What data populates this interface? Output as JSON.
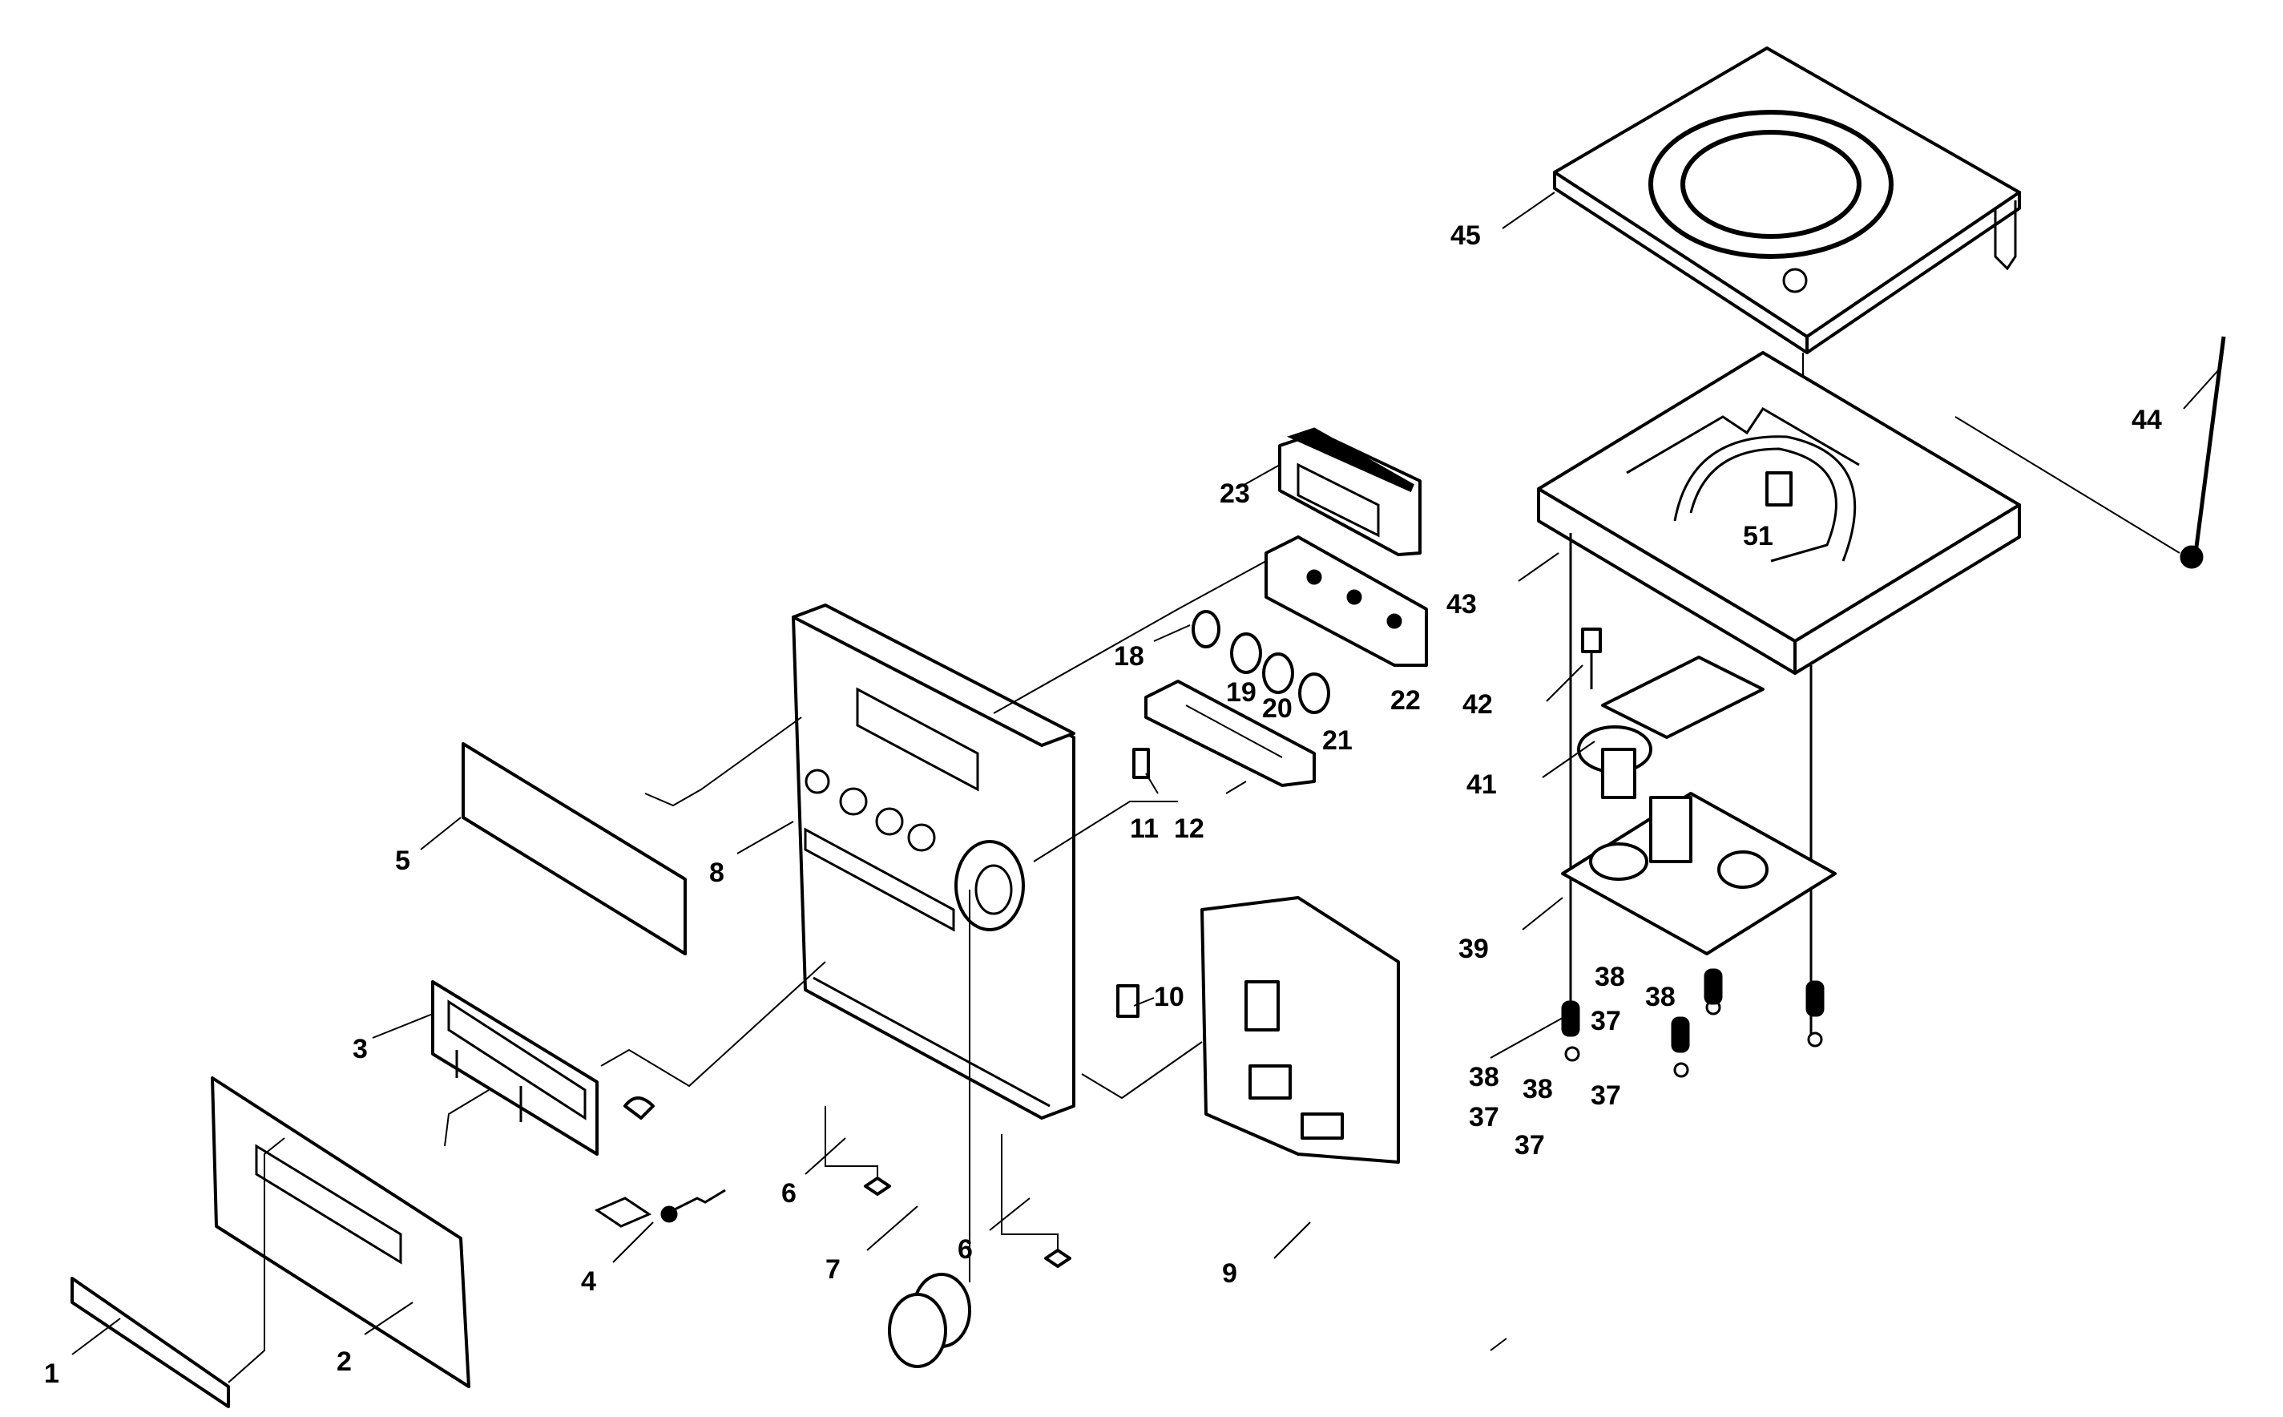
{
  "diagram": {
    "title": "",
    "type": "exploded-parts-view",
    "callouts": [
      {
        "id": "c1",
        "label": "1"
      },
      {
        "id": "c2",
        "label": "2"
      },
      {
        "id": "c3",
        "label": "3"
      },
      {
        "id": "c4",
        "label": "4"
      },
      {
        "id": "c5",
        "label": "5"
      },
      {
        "id": "c6a",
        "label": "6"
      },
      {
        "id": "c6b",
        "label": "6"
      },
      {
        "id": "c7",
        "label": "7"
      },
      {
        "id": "c8",
        "label": "8"
      },
      {
        "id": "c9",
        "label": "9"
      },
      {
        "id": "c10",
        "label": "10"
      },
      {
        "id": "c11",
        "label": "11"
      },
      {
        "id": "c12",
        "label": "12"
      },
      {
        "id": "c18",
        "label": "18"
      },
      {
        "id": "c19",
        "label": "19"
      },
      {
        "id": "c20",
        "label": "20"
      },
      {
        "id": "c21",
        "label": "21"
      },
      {
        "id": "c22",
        "label": "22"
      },
      {
        "id": "c23",
        "label": "23"
      },
      {
        "id": "c37a",
        "label": "37"
      },
      {
        "id": "c37b",
        "label": "37"
      },
      {
        "id": "c37c",
        "label": "37"
      },
      {
        "id": "c37d",
        "label": "37"
      },
      {
        "id": "c38a",
        "label": "38"
      },
      {
        "id": "c38b",
        "label": "38"
      },
      {
        "id": "c38c",
        "label": "38"
      },
      {
        "id": "c38d",
        "label": "38"
      },
      {
        "id": "c39",
        "label": "39"
      },
      {
        "id": "c41",
        "label": "41"
      },
      {
        "id": "c42",
        "label": "42"
      },
      {
        "id": "c43",
        "label": "43"
      },
      {
        "id": "c44",
        "label": "44"
      },
      {
        "id": "c45",
        "label": "45"
      },
      {
        "id": "c51",
        "label": "51"
      }
    ]
  }
}
